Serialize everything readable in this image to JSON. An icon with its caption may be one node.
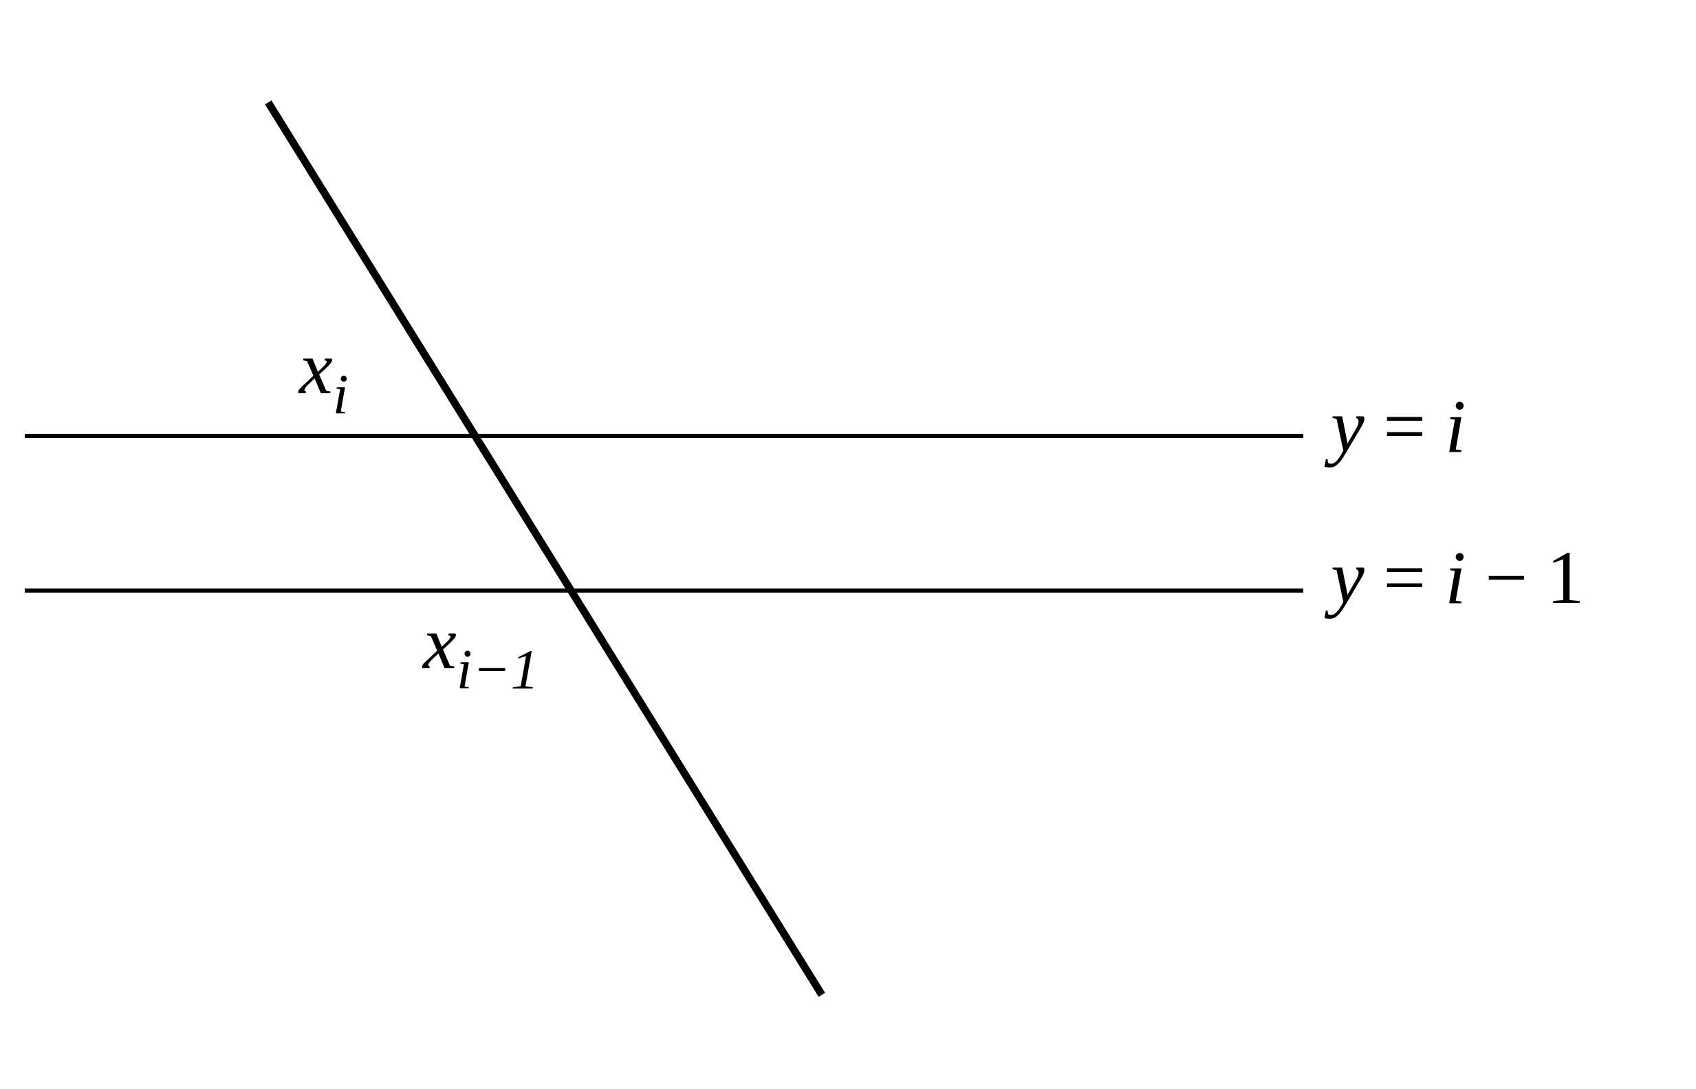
{
  "diagram": {
    "labels": [
      "*x*$_{i}$",
      "*y* = *i*",
      "*y* = *i* − 1",
      "*x*$_{i−1}$"
    ]
  }
}
